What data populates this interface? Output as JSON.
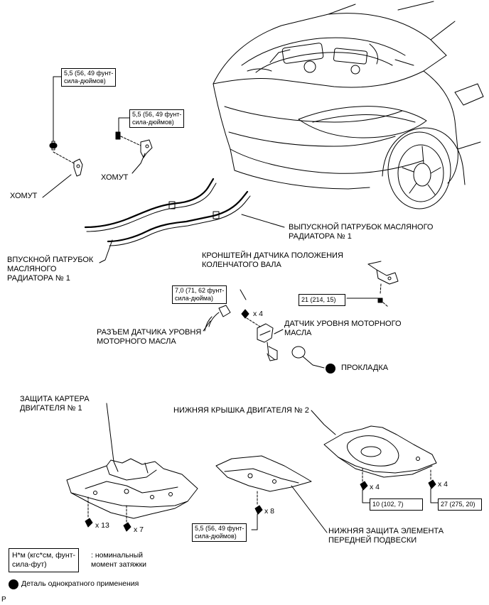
{
  "labels": {
    "clamp_left": "ХОМУТ",
    "clamp_center": "ХОМУТ",
    "oil_cooler_outlet": "ВЫПУСКНОЙ ПАТРУБОК МАСЛЯНОГО\nРАДИАТОРА № 1",
    "oil_cooler_inlet": "ВПУСКНОЙ ПАТРУБОК\nМАСЛЯНОГО\nРАДИАТОРА № 1",
    "crank_sensor_bracket": "КРОНШТЕЙН ДАТЧИКА ПОЛОЖЕНИЯ\nКОЛЕНЧАТОГО ВАЛА",
    "oil_level_connector": "РАЗЪЕМ ДАТЧИКА УРОВНЯ\nМОТОРНОГО МАСЛА",
    "oil_level_sensor": "ДАТЧИК УРОВНЯ МОТОРНОГО\nМАСЛА",
    "gasket": "ПРОКЛАДКА",
    "crankcase_guard": "ЗАЩИТА КАРТЕРА\nДВИГАТЕЛЯ № 1",
    "engine_under_cover_2": "НИЖНЯЯ КРЫШКА ДВИГАТЕЛЯ № 2",
    "front_suspension_guard": "НИЖНЯЯ ЗАЩИТА ЭЛЕМЕНТА\nПЕРЕДНЕЙ ПОДВЕСКИ"
  },
  "torque": {
    "clamp_left": "5,5 (56, 49 фунт-\nсила-дюймов)",
    "clamp_center": "5,5 (56, 49 фунт-\nсила-дюймов)",
    "oil_sensor": "7,0 (71, 62 фунт-\nсила-дюйма)",
    "crank_bracket": "21 (214, 15)",
    "suspension_guard": "5,5 (56, 49 фунт-\nсила-дюймов)",
    "under_cover_left": "10 (102, 7)",
    "under_cover_right": "27 (275, 20)"
  },
  "quantities": {
    "oil_sensor_bolts": "x 4",
    "crankcase_bolts_a": "x 13",
    "crankcase_bolts_b": "x 7",
    "suspension_guard_bolts": "x 8",
    "under_cover_bolts_left": "x 4",
    "under_cover_bolts_right": "x 4"
  },
  "legend": {
    "unit_box": "Н*м (кгс*см, фунт-\nсила-фут)",
    "unit_desc": ": номинальный\nмомент затяжки",
    "non_reusable": "Деталь однократного применения"
  },
  "corner_mark": "P"
}
